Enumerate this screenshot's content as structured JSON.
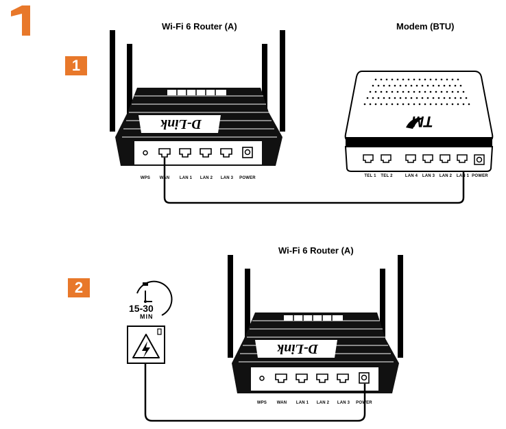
{
  "step_main": "1",
  "panel1": {
    "badge": "1",
    "router_title": "Wi-Fi 6 Router (A)",
    "modem_title": "Modem (BTU)",
    "router_brand": "D-Link",
    "modem_brand": "TM",
    "router_ports": [
      "WPS",
      "WAN",
      "LAN 1",
      "LAN 2",
      "LAN 3",
      "POWER"
    ],
    "modem_ports": [
      "TEL 1",
      "TEL 2",
      "LAN 4",
      "LAN 3",
      "LAN 2",
      "LAN 1",
      "POWER"
    ]
  },
  "panel2": {
    "badge": "2",
    "router_title": "Wi-Fi 6 Router (A)",
    "router_brand": "D-Link",
    "timer_value": "15-30",
    "timer_unit": "MIN",
    "router_ports": [
      "WPS",
      "WAN",
      "LAN 1",
      "LAN 2",
      "LAN 3",
      "POWER"
    ]
  },
  "colors": {
    "accent": "#e8782a",
    "ink": "#000000"
  },
  "icons": [
    "stopwatch-icon",
    "power-outlet-icon",
    "lightning-icon"
  ]
}
